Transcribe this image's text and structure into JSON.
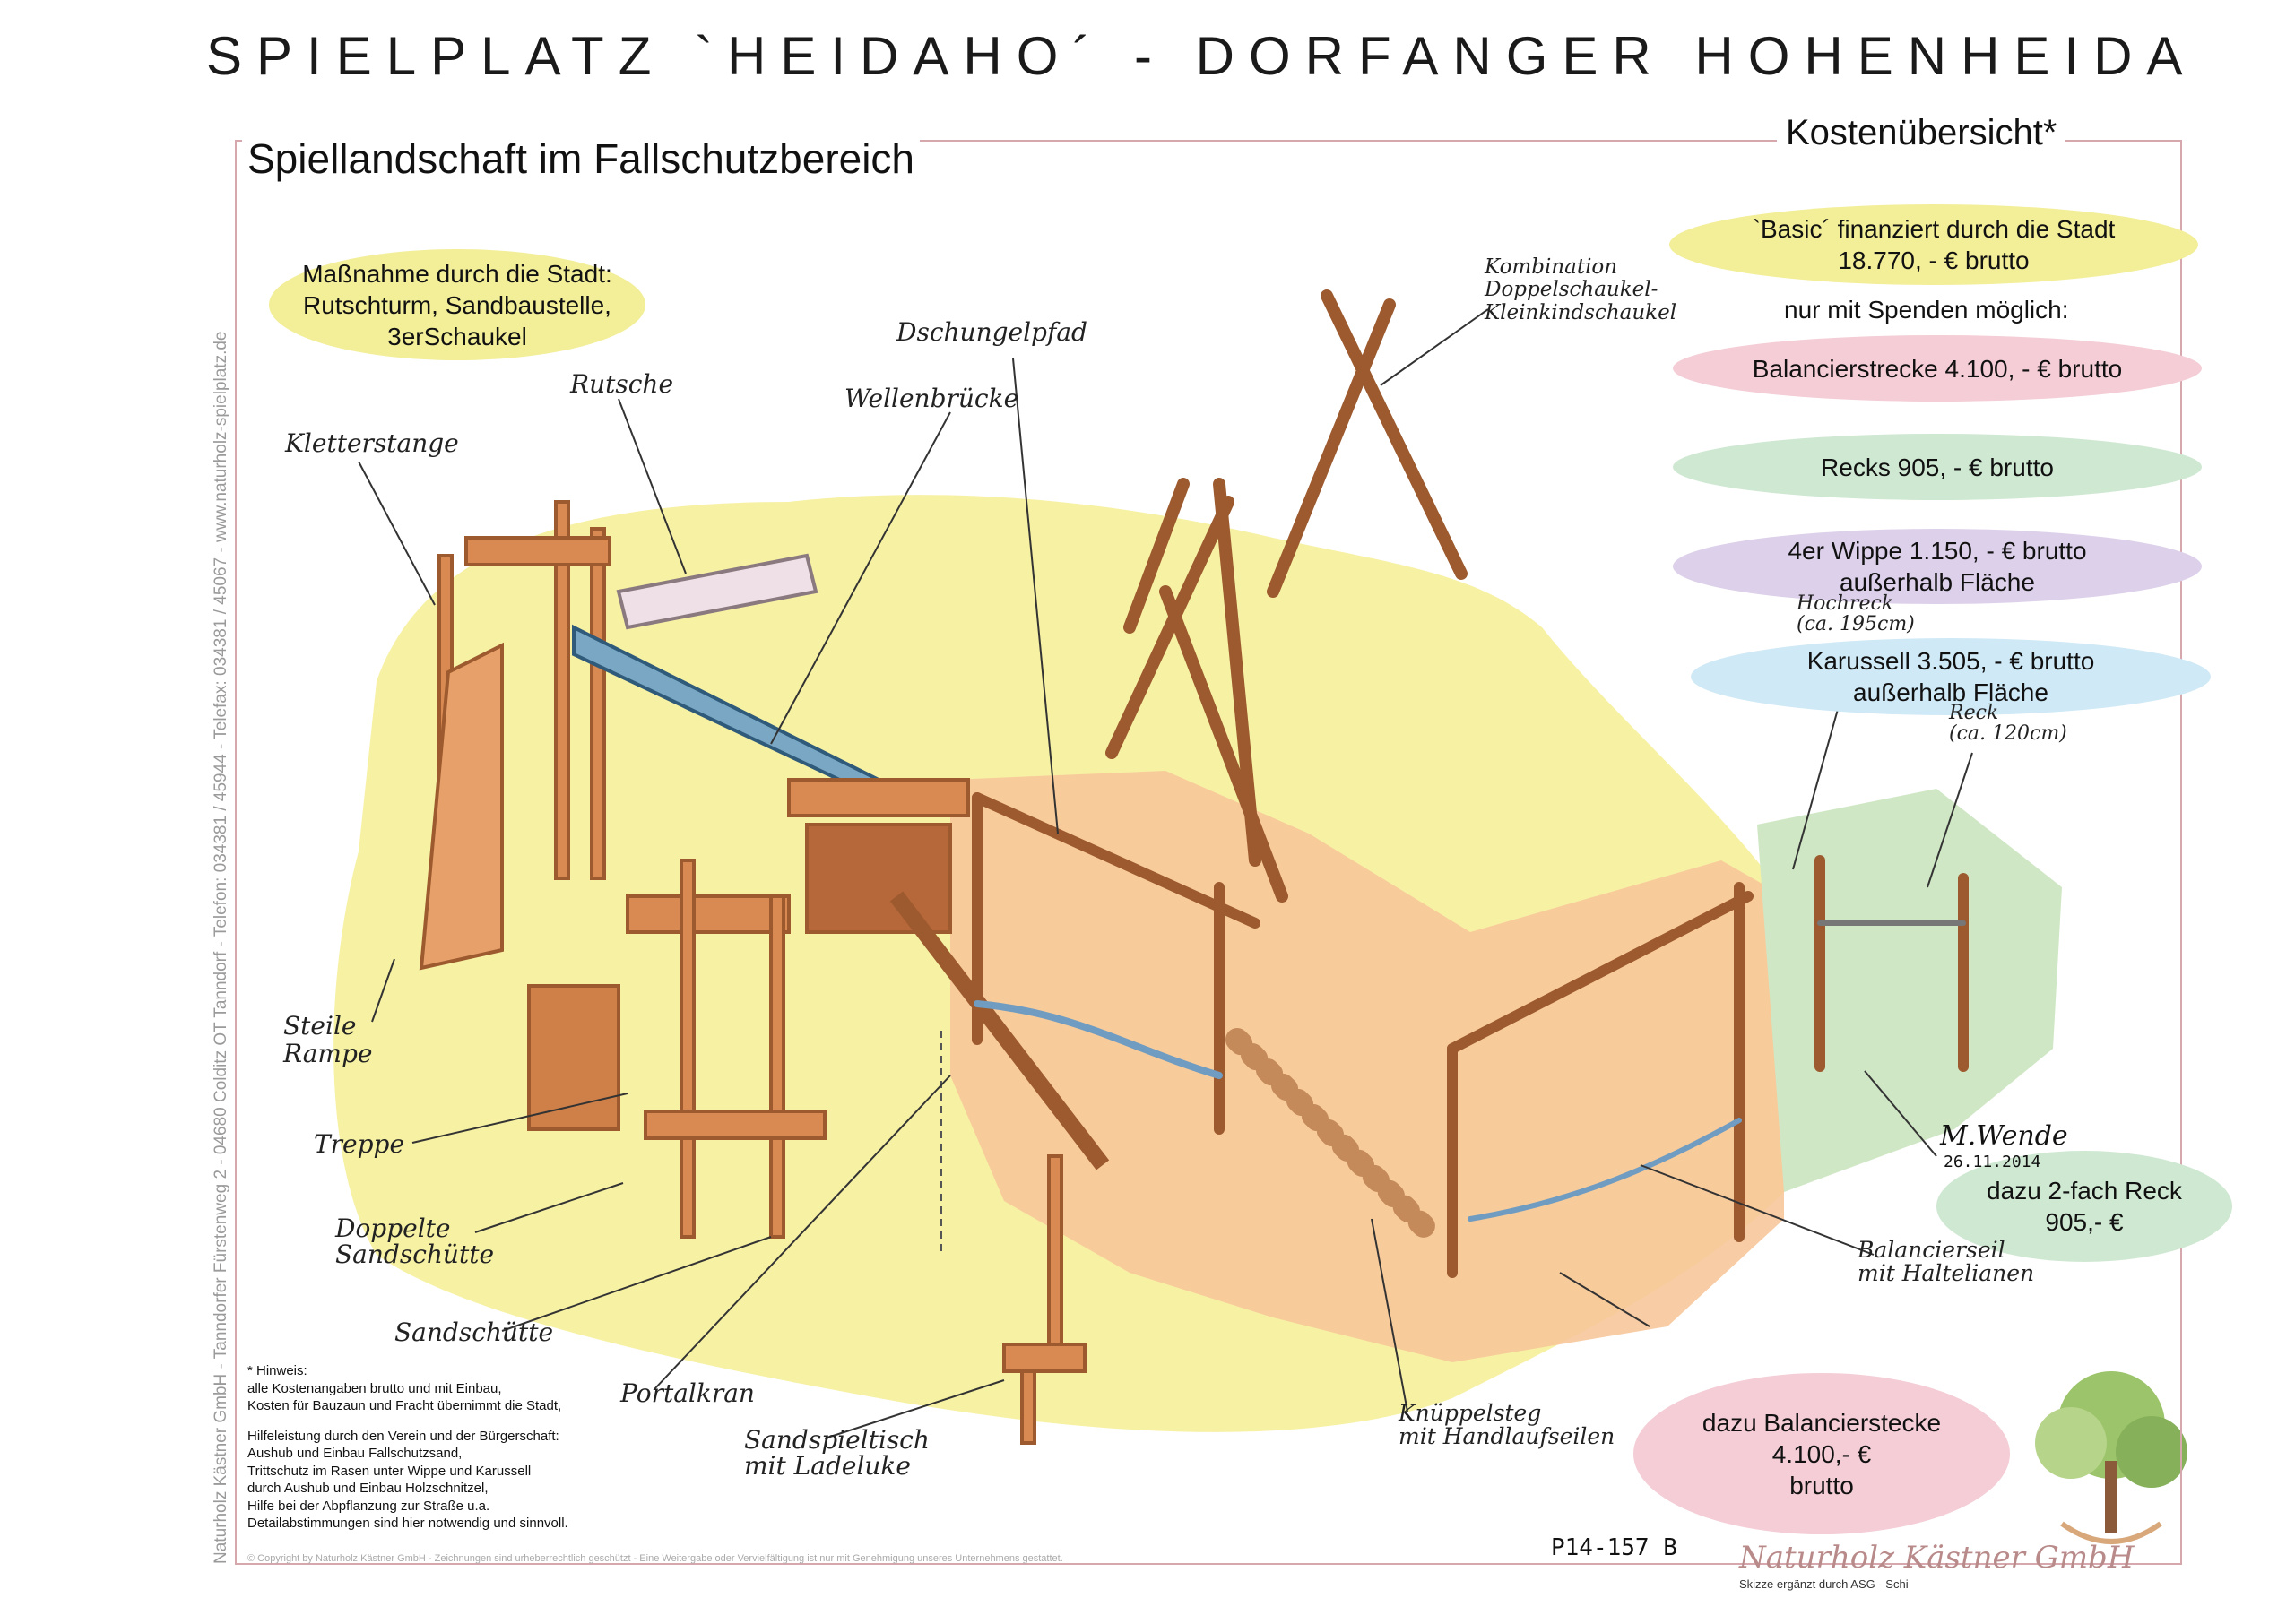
{
  "header": {
    "title": "SPIELPLATZ `HEIDAHO´ - DORFANGER  HOHENHEIDA"
  },
  "sheet": {
    "section_title": "Spiellandschaft im Fallschutzbereich",
    "costs_title": "Kostenübersicht*",
    "side_text": "Naturholz Kästner GmbH - Tanndorfer Fürstenweg 2 - 04680 Colditz OT Tanndorf - Telefon: 034381 / 45944 - Telefax: 034381 / 45067 - www.naturholz-spielplatz.de"
  },
  "cost_items": {
    "city_measure": {
      "line1": "Maßnahme durch die Stadt:",
      "line2": "Rutschturm, Sandbaustelle,",
      "line3": "3erSchaukel"
    },
    "basic": {
      "line1": "`Basic´ finanziert durch die Stadt",
      "line2": "18.770, - € brutto"
    },
    "donations_note": "nur mit Spenden möglich:",
    "balancing": "Balancierstrecke 4.100, - € brutto",
    "bars": "Recks 905, - € brutto",
    "seesaw": {
      "line1": "4er Wippe 1.150, - € brutto",
      "line2": "außerhalb Fläche"
    },
    "carousel": {
      "line1": "Karussell 3.505, - € brutto",
      "line2": "außerhalb Fläche"
    },
    "double_bar": {
      "line1": "dazu 2-fach Reck",
      "line2": "905,- €"
    },
    "balancing_extra": {
      "line1": "dazu Balancierstecke",
      "line2": "4.100,- €",
      "line3": "brutto"
    }
  },
  "labels": {
    "kletterstange": "Kletterstange",
    "rutsche": "Rutsche",
    "wellenbruecke": "Wellenbrücke",
    "dschungelpfad": "Dschungelpfad",
    "kombination": [
      "Kombination",
      "Doppelschaukel-",
      "Kleinkindschaukel"
    ],
    "hochreck": [
      "Hochreck",
      "(ca. 195cm)"
    ],
    "reck": [
      "Reck",
      "(ca. 120cm)"
    ],
    "steile_rampe": [
      "Steile",
      "Rampe"
    ],
    "treppe": "Treppe",
    "doppelte_sandschuette": [
      "Doppelte",
      "Sandschütte"
    ],
    "sandschuette": "Sandschütte",
    "portalkran": "Portalkran",
    "sandspieltisch": [
      "Sandspieltisch",
      "mit Ladeluke"
    ],
    "knueppelsteg": [
      "Knüppelsteg",
      "mit Handlaufseilen"
    ],
    "balancierseil": [
      "Balancierseil",
      "mit Haltelianen"
    ]
  },
  "hint": {
    "heading": "* Hinweis:",
    "p1": [
      "alle Kostenangaben brutto und mit Einbau,",
      "Kosten für Bauzaun und Fracht übernimmt die Stadt,"
    ],
    "p2": [
      "Hilfeleistung durch den Verein und der Bürgerschaft:",
      "Aushub und Einbau Fallschutzsand,",
      "Trittschutz im Rasen unter Wippe und Karussell",
      "durch Aushub und Einbau Holzschnitzel,",
      "Hilfe bei der Abpflanzung zur Straße u.a.",
      "Detailabstimmungen sind hier notwendig und sinnvoll."
    ]
  },
  "footer": {
    "copyright": "© Copyright by Naturholz Kästner GmbH - Zeichnungen sind urheberrechtlich geschützt - Eine Weitergabe oder Vervielfältigung ist nur mit Genehmigung unseres Unternehmens gestattet.",
    "drawing_number": "P14-157 B",
    "company": "Naturholz Kästner GmbH",
    "company_sub": "Skizze ergänzt durch ASG - Schi",
    "signature": "M.Wende",
    "signature_date": "26.11.2014"
  },
  "colors": {
    "yellow_zone": "#f7f1a4",
    "orange_zone": "#f7c69a",
    "green_zone": "#cfe7c4",
    "wood": "#d88a52",
    "wood_dark": "#9c5a2e",
    "blob_yellow": "#f3ee98",
    "blob_pink": "#f4cdd6",
    "blob_green": "#cfe8d2",
    "blob_purple": "#ddd0ea",
    "blob_blue": "#cfe9f6"
  }
}
